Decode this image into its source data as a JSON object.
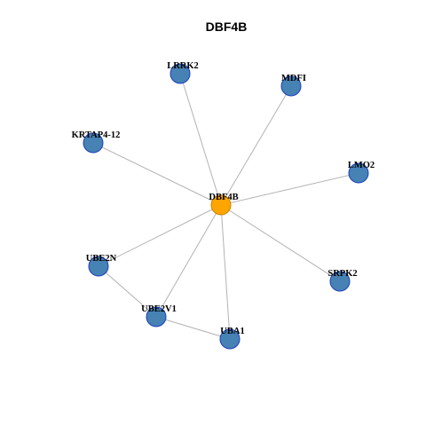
{
  "title": "DBF4B",
  "colors": {
    "center_fill": "#FFA500",
    "center_stroke": "#CC8400",
    "node_fill": "#4682B4",
    "node_stroke": "#1C3FBF",
    "edge": "#B3B3B3"
  },
  "nodes": [
    {
      "id": "DBF4B",
      "label": "DBF4B",
      "center": true
    },
    {
      "id": "LRRK2",
      "label": "LRRK2"
    },
    {
      "id": "MDFI",
      "label": "MDFI"
    },
    {
      "id": "KRTAP4-12",
      "label": "KRTAP4-12"
    },
    {
      "id": "LMO2",
      "label": "LMO2"
    },
    {
      "id": "UBE2N",
      "label": "UBE2N"
    },
    {
      "id": "SRPK2",
      "label": "SRPK2"
    },
    {
      "id": "UBE2V1",
      "label": "UBE2V1"
    },
    {
      "id": "UBA1",
      "label": "UBA1"
    }
  ],
  "edges": [
    [
      "DBF4B",
      "LRRK2"
    ],
    [
      "DBF4B",
      "MDFI"
    ],
    [
      "DBF4B",
      "KRTAP4-12"
    ],
    [
      "DBF4B",
      "LMO2"
    ],
    [
      "DBF4B",
      "UBE2N"
    ],
    [
      "DBF4B",
      "SRPK2"
    ],
    [
      "DBF4B",
      "UBE2V1"
    ],
    [
      "DBF4B",
      "UBA1"
    ],
    [
      "UBE2N",
      "UBE2V1"
    ],
    [
      "UBE2V1",
      "UBA1"
    ]
  ]
}
